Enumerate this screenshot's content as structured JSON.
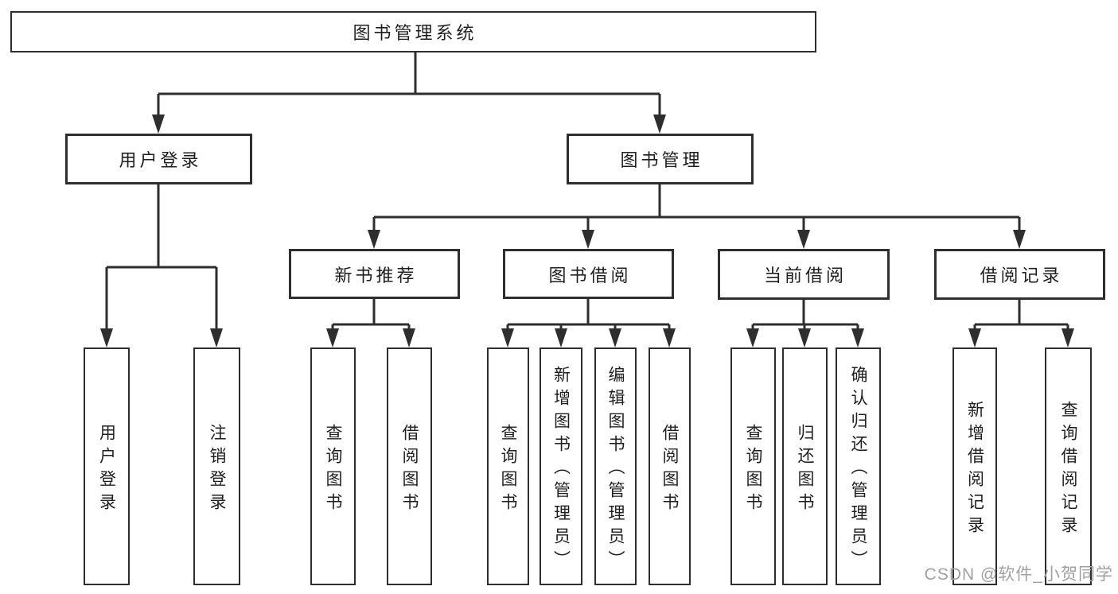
{
  "colors": {
    "line": "#2e2e2e",
    "text": "#1f1f1f",
    "box-fill": "#ffffff",
    "background": "#ffffff",
    "watermark": "#a0a0a0"
  },
  "watermark": {
    "text": "CSDN @软件_小贺同学"
  },
  "tree": {
    "root": "图书管理系统",
    "branches": [
      {
        "label": "用户登录",
        "children": [
          "用户登录",
          "注销登录"
        ]
      },
      {
        "label": "图书管理",
        "groups": [
          {
            "label": "新书推荐",
            "children": [
              "查询图书",
              "借阅图书"
            ]
          },
          {
            "label": "图书借阅",
            "children": [
              "查询图书",
              "新增图书（管理员）",
              "编辑图书（管理员）",
              "借阅图书"
            ]
          },
          {
            "label": "当前借阅",
            "children": [
              "查询图书",
              "归还图书",
              "确认归还（管理员）"
            ]
          },
          {
            "label": "借阅记录",
            "children": [
              "新增借阅记录",
              "查询借阅记录"
            ]
          }
        ]
      }
    ]
  }
}
